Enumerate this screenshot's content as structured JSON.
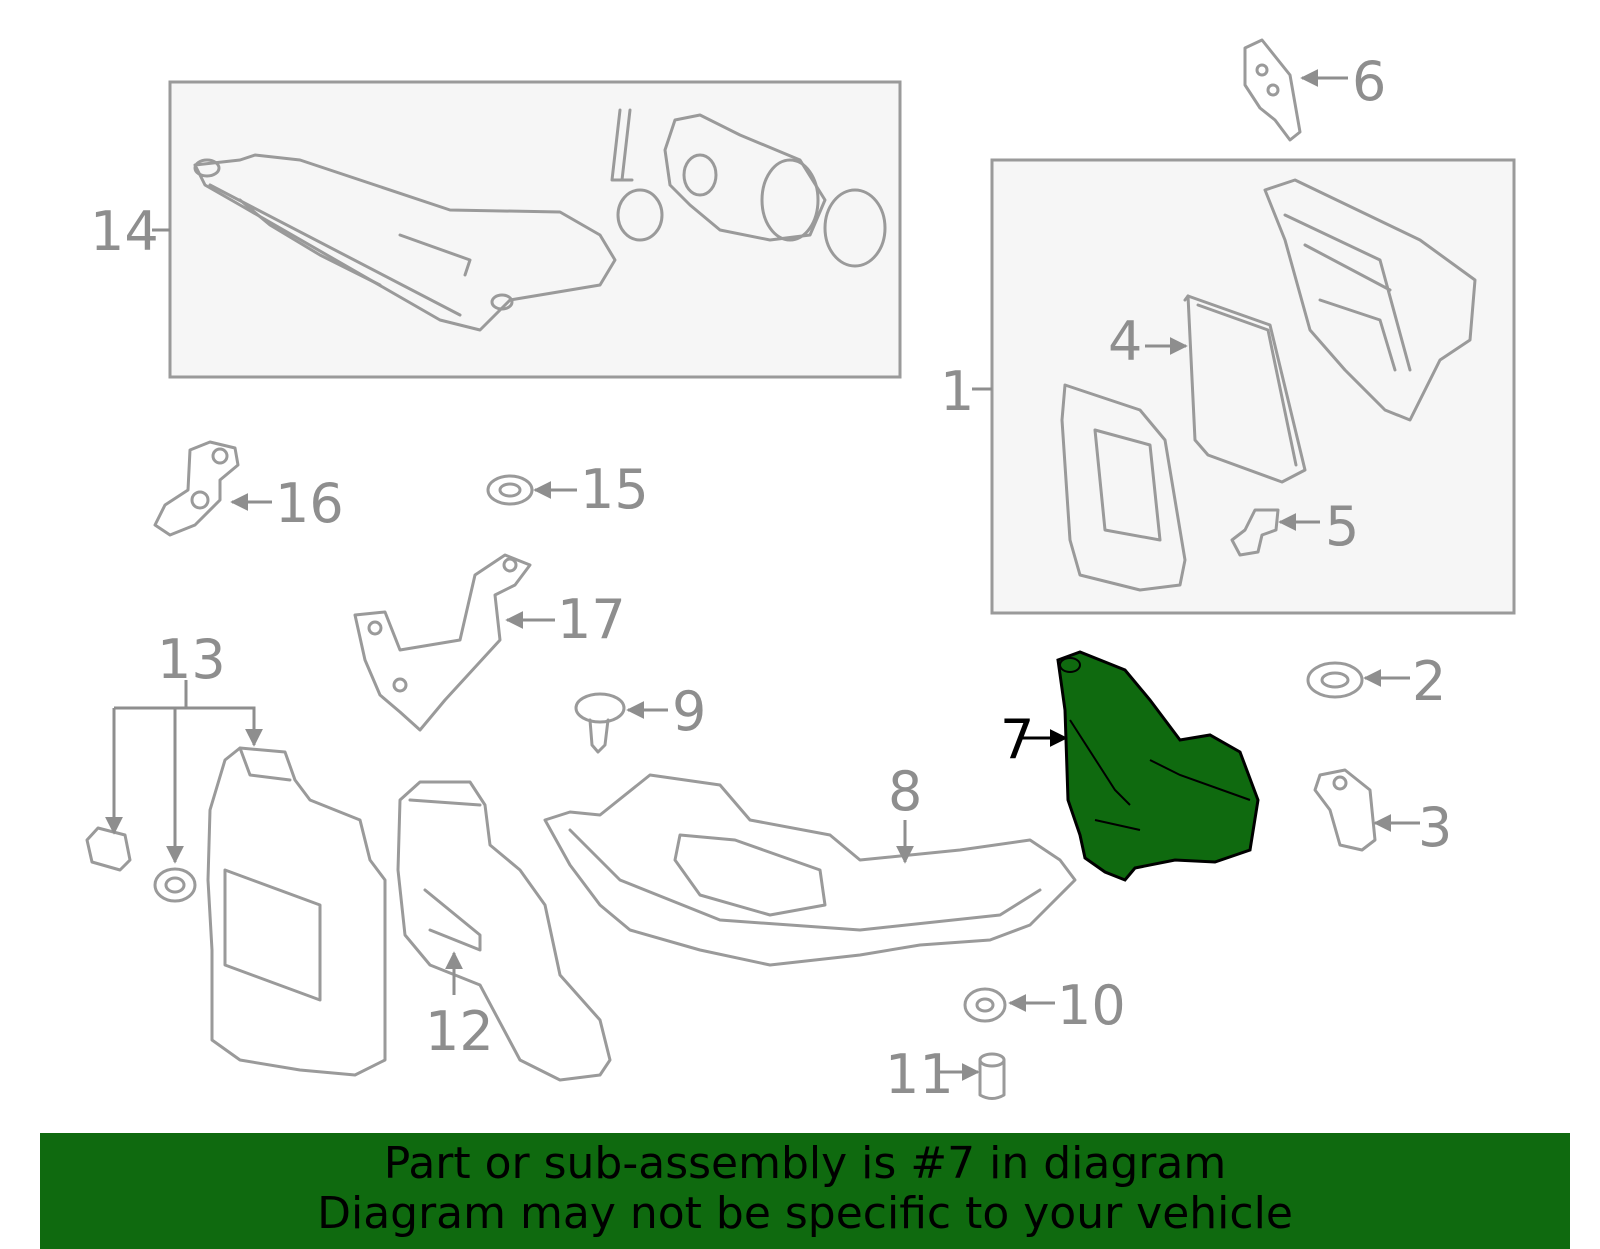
{
  "diagram": {
    "selected_part": "7",
    "highlight_color": "#0f6a0f",
    "callouts": {
      "p1": "1",
      "p2": "2",
      "p3": "3",
      "p4": "4",
      "p5": "5",
      "p6": "6",
      "p7": "7",
      "p8": "8",
      "p9": "9",
      "p10": "10",
      "p11": "11",
      "p12": "12",
      "p13": "13",
      "p14": "14",
      "p15": "15",
      "p16": "16",
      "p17": "17"
    }
  },
  "banner": {
    "line1": "Part or sub-assembly is #7 in diagram",
    "line2": "Diagram may not be specific to your vehicle"
  }
}
